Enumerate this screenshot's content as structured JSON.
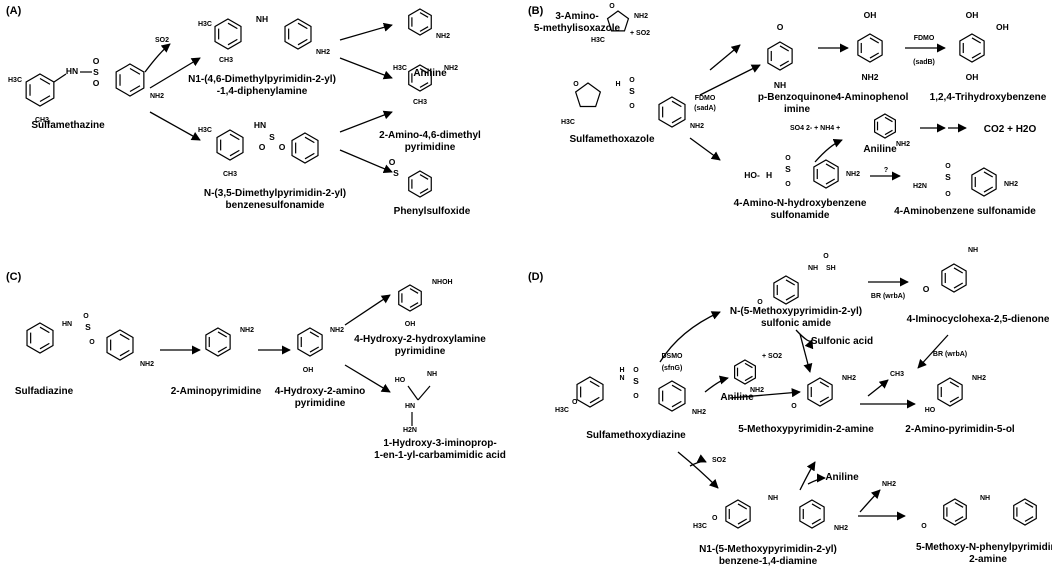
{
  "panels": [
    {
      "id": "A",
      "label": "(A)"
    },
    {
      "id": "B",
      "label": "(B)"
    },
    {
      "id": "C",
      "label": "(C)"
    },
    {
      "id": "D",
      "label": "(D)"
    }
  ],
  "compounds": {
    "sulfamethazine": "Sulfamethazine",
    "dimethylpyrimidinyl_diphenylamine_l1": "N1-(4,6-Dimethylpyrimidin-2-yl)",
    "dimethylpyrimidinyl_diphenylamine_l2": "-1,4-diphenylamine",
    "aniline_a": "Aniline",
    "amino_dimethylpyrimidine_l1": "2-Amino-4,6-dimethyl",
    "amino_dimethylpyrimidine_l2": "pyrimidine",
    "benzenesulfonamide_l1": "N-(3,5-Dimethylpyrimidin-2-yl)",
    "benzenesulfonamide_l2": "benzenesulfonamide",
    "phenylsulfoxide": "Phenylsulfoxide",
    "amino_methylisoxazole_l1": "3-Amino-",
    "amino_methylisoxazole_l2": "5-methylisoxazole",
    "benzoquinone_imine_l1": "p-Benzoquinone",
    "benzoquinone_imine_l2": "imine",
    "aminophenol": "4-Aminophenol",
    "trihydroxybenzene": "1,2,4-Trihydroxybenzene",
    "sulfamethoxazole": "Sulfamethoxazole",
    "aniline_b": "Aniline",
    "co2_h2o": "CO2 + H2O",
    "hydroxybenzene_sulfonamide_l1": "4-Amino-N-hydroxybenzene",
    "hydroxybenzene_sulfonamide_l2": "sulfonamide",
    "aminobenzene_sulfonamide": "4-Aminobenzene sulfonamide",
    "sulfadiazine": "Sulfadiazine",
    "aminopyrimidine": "2-Aminopyrimidine",
    "hydroxy_aminopyrimidine_l1": "4-Hydroxy-2-amino",
    "hydroxy_aminopyrimidine_l2": "pyrimidine",
    "hydroxylamine_pyrimidine_l1": "4-Hydroxy-2-hydroxylamine",
    "hydroxylamine_pyrimidine_l2": "pyrimidine",
    "carbamimidic_acid_l1": "1-Hydroxy-3-iminoprop-",
    "carbamimidic_acid_l2": "1-en-1-yl-carbamimidic acid",
    "sulfonic_amide_l1": "N-(5-Methoxypyrimidin-2-yl)",
    "sulfonic_amide_l2": "sulfonic amide",
    "iminocyclohexadienone": "4-Iminocyclohexa-2,5-dienone",
    "sulfonic_acid": "Sulfonic acid",
    "aniline_d1": "Aniline",
    "methoxypyrimidinamine": "5-Methoxypyrimidin-2-amine",
    "aminopyrimidinol": "2-Amino-pyrimidin-5-ol",
    "sulfamethoxydiazine": "Sulfamethoxydiazine",
    "aniline_d2": "Aniline",
    "benzene_diamine_l1": "N1-(5-Methoxypyrimidin-2-yl)",
    "benzene_diamine_l2": "benzene-1,4-diamine",
    "phenylpyrimidinamine_l1": "5-Methoxy-N-phenylpyrimidin-",
    "phenylpyrimidinamine_l2": "2-amine"
  },
  "enzymes": {
    "fdmo_b1": "FDMO",
    "fdmo_b1_gene": "(sadA)",
    "fdmo_b2": "FDMO",
    "fdmo_b2_gene": "(sadB)",
    "dsmo": "DSMO",
    "dsmo_gene": "(sfnG)",
    "br1": "BR (wrbA)",
    "br2": "BR (wrbA)"
  },
  "byproducts": {
    "so2_a": "SO2",
    "so2_b": "+ SO2",
    "sulfate_ammonium": "SO4 2- + NH4 +",
    "unknown_step": "?",
    "so2_d1": "+ SO2",
    "so2_d2": "SO2",
    "ch3_d": "CH3",
    "nh2_d": "NH2"
  }
}
